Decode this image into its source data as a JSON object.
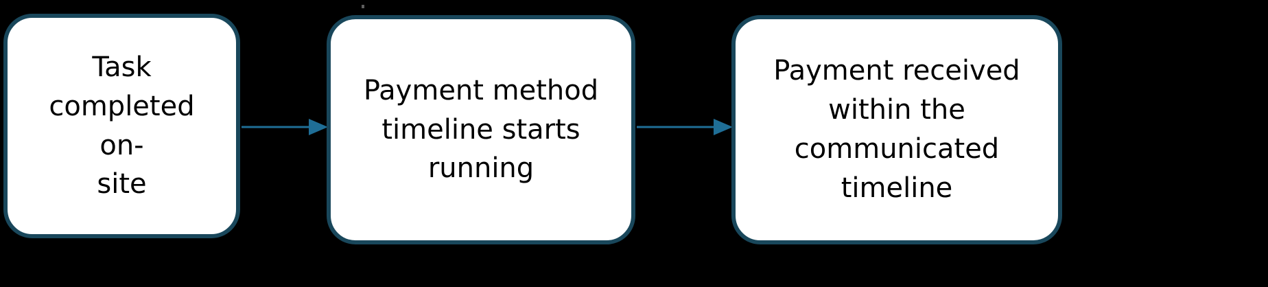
{
  "diagram": {
    "type": "flowchart",
    "orientation": "horizontal",
    "background_color": "#000000",
    "node_fill_color": "#FFFFFF",
    "node_border_color": "#19475B",
    "connector_color": "#1F6E96",
    "text_color": "#000000",
    "nodes": [
      {
        "id": "node-1",
        "name": "task-completed-on-site",
        "label": "Task\ncompleted on-\nsite",
        "lines": [
          "Task",
          "completed on-",
          "site"
        ]
      },
      {
        "id": "node-2",
        "name": "payment-method-timeline-starts-running",
        "label": "Payment method\ntimeline starts\nrunning",
        "lines": [
          "Payment method",
          "timeline starts",
          "running"
        ]
      },
      {
        "id": "node-3",
        "name": "payment-received-within-communicated-timeline",
        "label": "Payment received\nwithin the\ncommunicated\ntimeline",
        "lines": [
          "Payment received",
          "within the",
          "communicated",
          "timeline"
        ]
      }
    ],
    "connectors": [
      {
        "id": "connector-1",
        "name": "arrow-node1-to-node2",
        "from": "node-1",
        "to": "node-2",
        "style": "solid-arrow-right"
      },
      {
        "id": "connector-2",
        "name": "arrow-node2-to-node3",
        "from": "node-2",
        "to": "node-3",
        "style": "solid-arrow-right"
      }
    ]
  }
}
